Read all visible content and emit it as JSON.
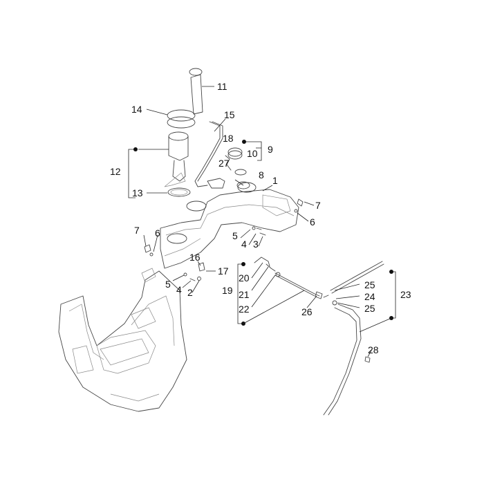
{
  "callouts": {
    "p1": "1",
    "p2": "2",
    "p3": "3",
    "p4a": "4",
    "p4b": "4",
    "p5a": "5",
    "p5b": "5",
    "p6a": "6",
    "p6b": "6",
    "p7a": "7",
    "p7b": "7",
    "p8": "8",
    "p9": "9",
    "p10": "10",
    "p11": "11",
    "p12": "12",
    "p13": "13",
    "p14": "14",
    "p15": "15",
    "p16": "16",
    "p17": "17",
    "p18": "18",
    "p19": "19",
    "p20": "20",
    "p21": "21",
    "p22": "22",
    "p23": "23",
    "p24": "24",
    "p25a": "25",
    "p25b": "25",
    "p26": "26",
    "p27": "27",
    "p28": "28"
  }
}
